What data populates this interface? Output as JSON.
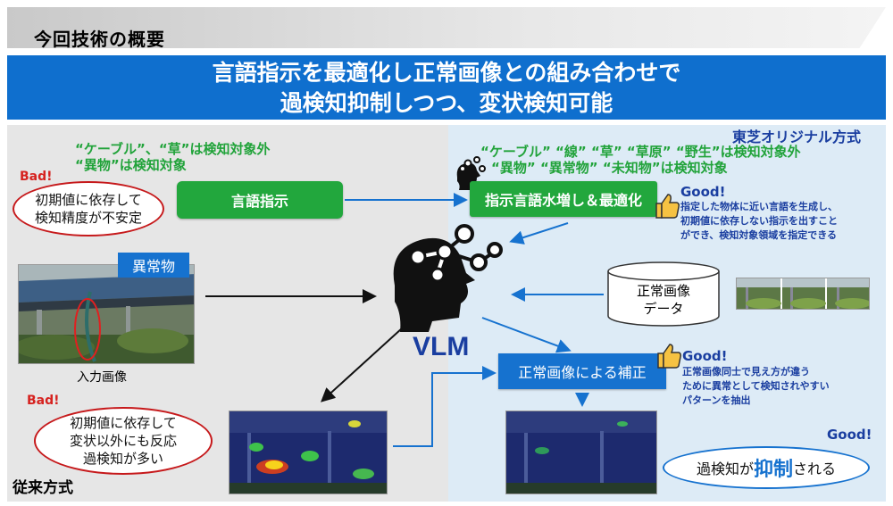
{
  "header": {
    "title": "今回技術の概要"
  },
  "banner": {
    "line1": "言語指示を最適化し正常画像との組み合わせで",
    "line2": "過検知抑制しつつ、変状検知可能"
  },
  "left": {
    "note_line1": "“ケーブル”、“草”は検知対象外",
    "note_line2": "“異物”は検知対象",
    "bad_label_1": "Bad!",
    "bubble1_line1": "初期値に依存して",
    "bubble1_line2": "検知精度が不安定",
    "lang_box": "言語指示",
    "tag_label": "異常物",
    "input_caption": "入力画像",
    "bad_label_2": "Bad!",
    "bubble2_line1": "初期値に依存して",
    "bubble2_line2": "変状以外にも反応",
    "bubble2_line3": "過検知が多い",
    "conventional_label": "従来方式"
  },
  "center": {
    "vlm_label": "VLM"
  },
  "right": {
    "original_label": "東芝オリジナル方式",
    "note_line1": "“ケーブル” “線” “草” “草原” “野生”は検知対象外",
    "note_line2": "“異物” “異常物” “未知物”は検知対象",
    "augment_box": "指示言語水増し＆最適化",
    "good_label_1": "Good!",
    "good1_line1": "指定した物体に近い言語を生成し、",
    "good1_line2": "初期値に依存しない指示を出すこと",
    "good1_line3": "ができ、検知対象領域を指定できる",
    "db_line1": "正常画像",
    "db_line2": "データ",
    "correction_box": "正常画像による補正",
    "good_label_2": "Good!",
    "good2_line1": "正常画像同士で見え方が違う",
    "good2_line2": "ために異常として検知されやすい",
    "good2_line3": "パターンを抽出",
    "good_label_3": "Good!",
    "oval_pre": "過検知が",
    "oval_strong": "抑制",
    "oval_post": "される"
  },
  "colors": {
    "banner_blue": "#0f6fce",
    "green": "#22a73d",
    "bad_red": "#d6221f",
    "good_navy": "#1a3ea0"
  }
}
